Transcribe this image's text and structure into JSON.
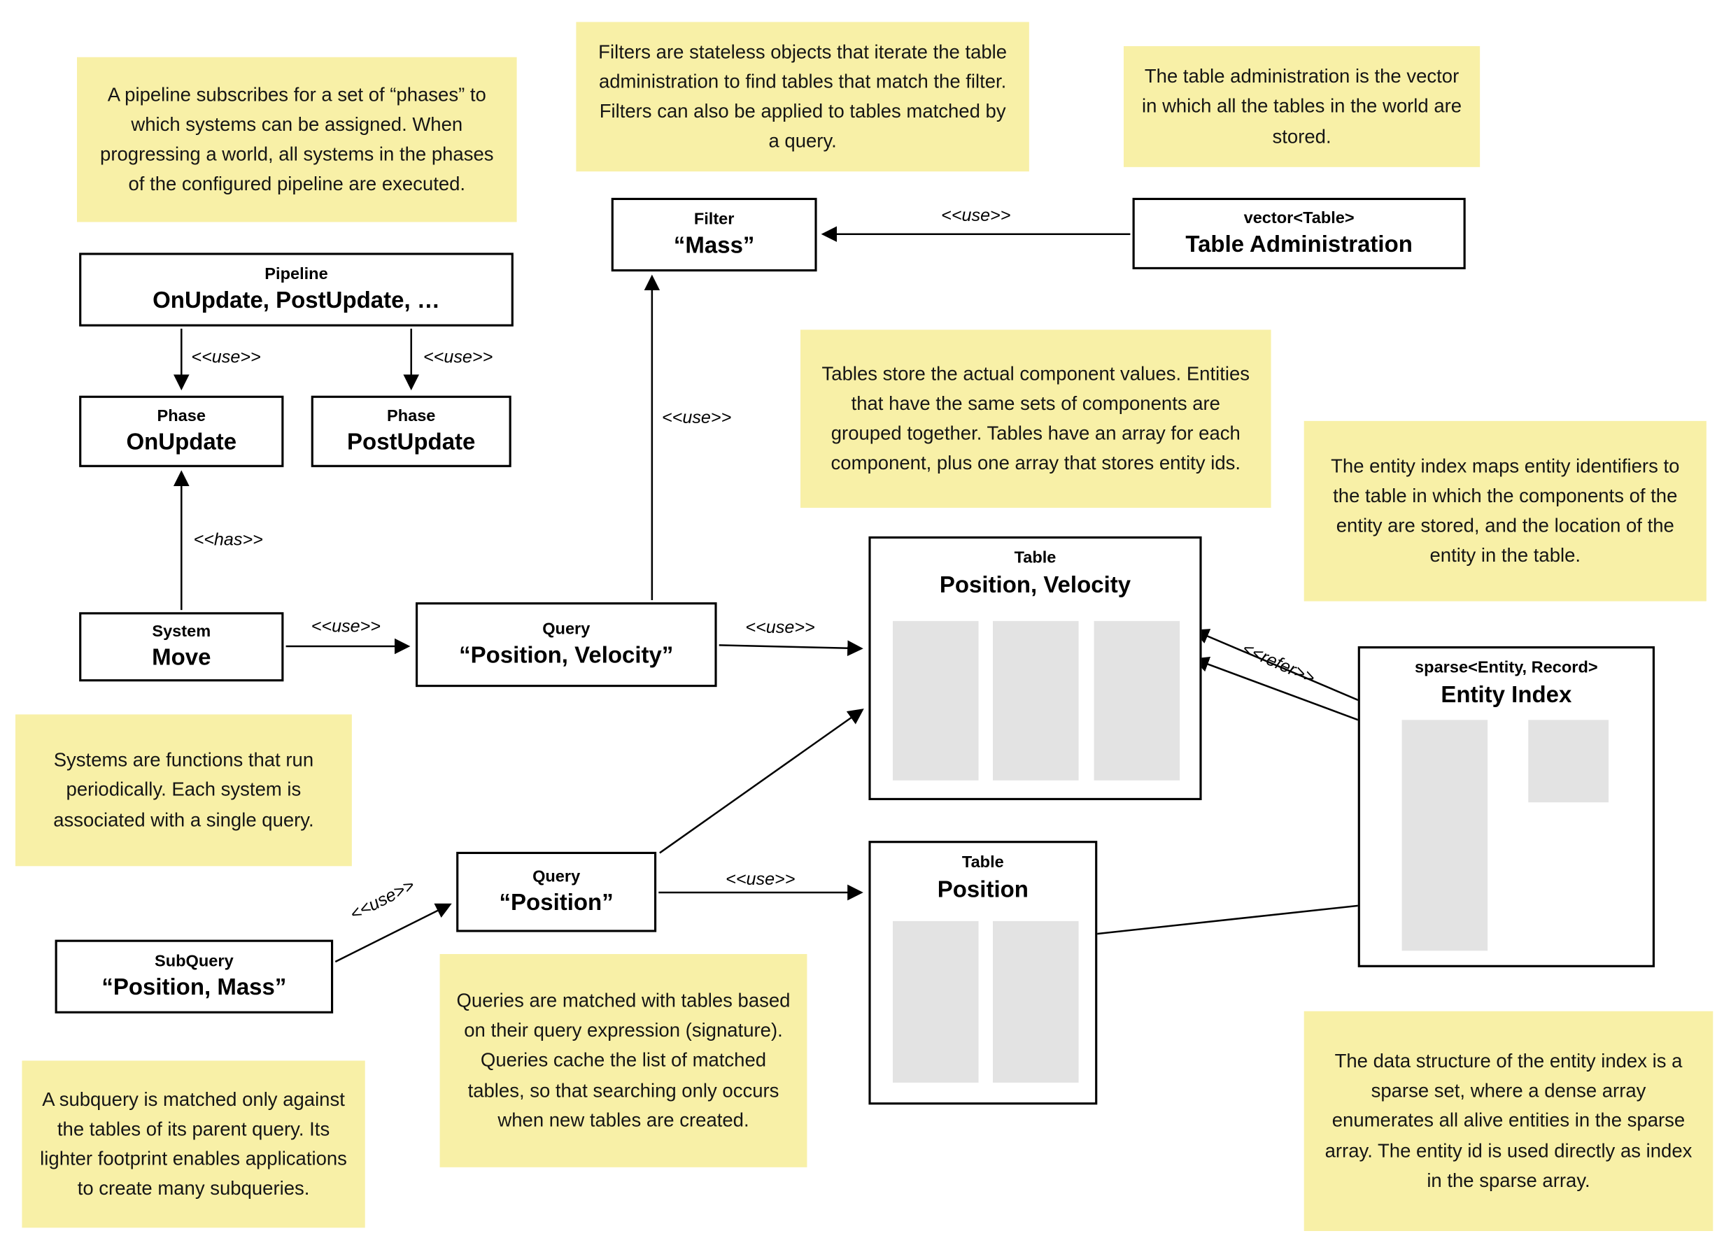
{
  "colors": {
    "background": "#FFFFFF",
    "note_bg": "#F8F0A7",
    "box_border": "#000000",
    "slab_gray": "#E3E3E3"
  },
  "labels": {
    "use": "<<use>>",
    "has": "<<has>>",
    "refer": "<<refer>>"
  },
  "notes": {
    "pipeline": "A pipeline subscribes for a set of “phases” to which systems can be assigned. When progressing a world, all systems in the phases of the configured pipeline are executed.",
    "filters": "Filters are stateless objects that iterate the table administration to find tables that match the filter. Filters can also be applied to tables matched by a query.",
    "table_admin": "The table administration is the vector in which all the tables in the world are stored.",
    "tables": "Tables store the actual component values. Entities that have the same sets of components are grouped together. Tables have an array for each component, plus one array that stores entity ids.",
    "entity_index": "The entity index maps entity identifiers to the table in which the components of the entity are stored, and the location of the entity in the table.",
    "systems": "Systems are functions that run periodically. Each system is associated with a single query.",
    "subquery": "A subquery is matched only against the tables of its parent query. Its lighter footprint enables applications to create many subqueries.",
    "queries": "Queries are matched with tables based on their query expression (signature). Queries cache the list of matched tables, so that searching only occurs when new tables are created.",
    "sparse_set": "The data structure of the entity index is a sparse set, where a dense array enumerates all alive entities in the sparse array. The entity id is used directly as index in the sparse array."
  },
  "boxes": {
    "pipeline": {
      "title": "Pipeline",
      "value": "OnUpdate, PostUpdate, …"
    },
    "phase_onupdate": {
      "title": "Phase",
      "value": "OnUpdate"
    },
    "phase_postupdate": {
      "title": "Phase",
      "value": "PostUpdate"
    },
    "system_move": {
      "title": "System",
      "value": "Move"
    },
    "query_pv": {
      "title": "Query",
      "value": "“Position, Velocity”"
    },
    "filter_mass": {
      "title": "Filter",
      "value": "“Mass”"
    },
    "table_admin": {
      "title": "vector<Table>",
      "value": "Table Administration"
    },
    "table_pv": {
      "title": "Table",
      "value": "Position, Velocity"
    },
    "table_pos": {
      "title": "Table",
      "value": "Position"
    },
    "entity_index": {
      "title": "sparse<Entity, Record>",
      "value": "Entity Index"
    },
    "subquery": {
      "title": "SubQuery",
      "value": "“Position, Mass”"
    },
    "query_pos": {
      "title": "Query",
      "value": "“Position”"
    }
  }
}
